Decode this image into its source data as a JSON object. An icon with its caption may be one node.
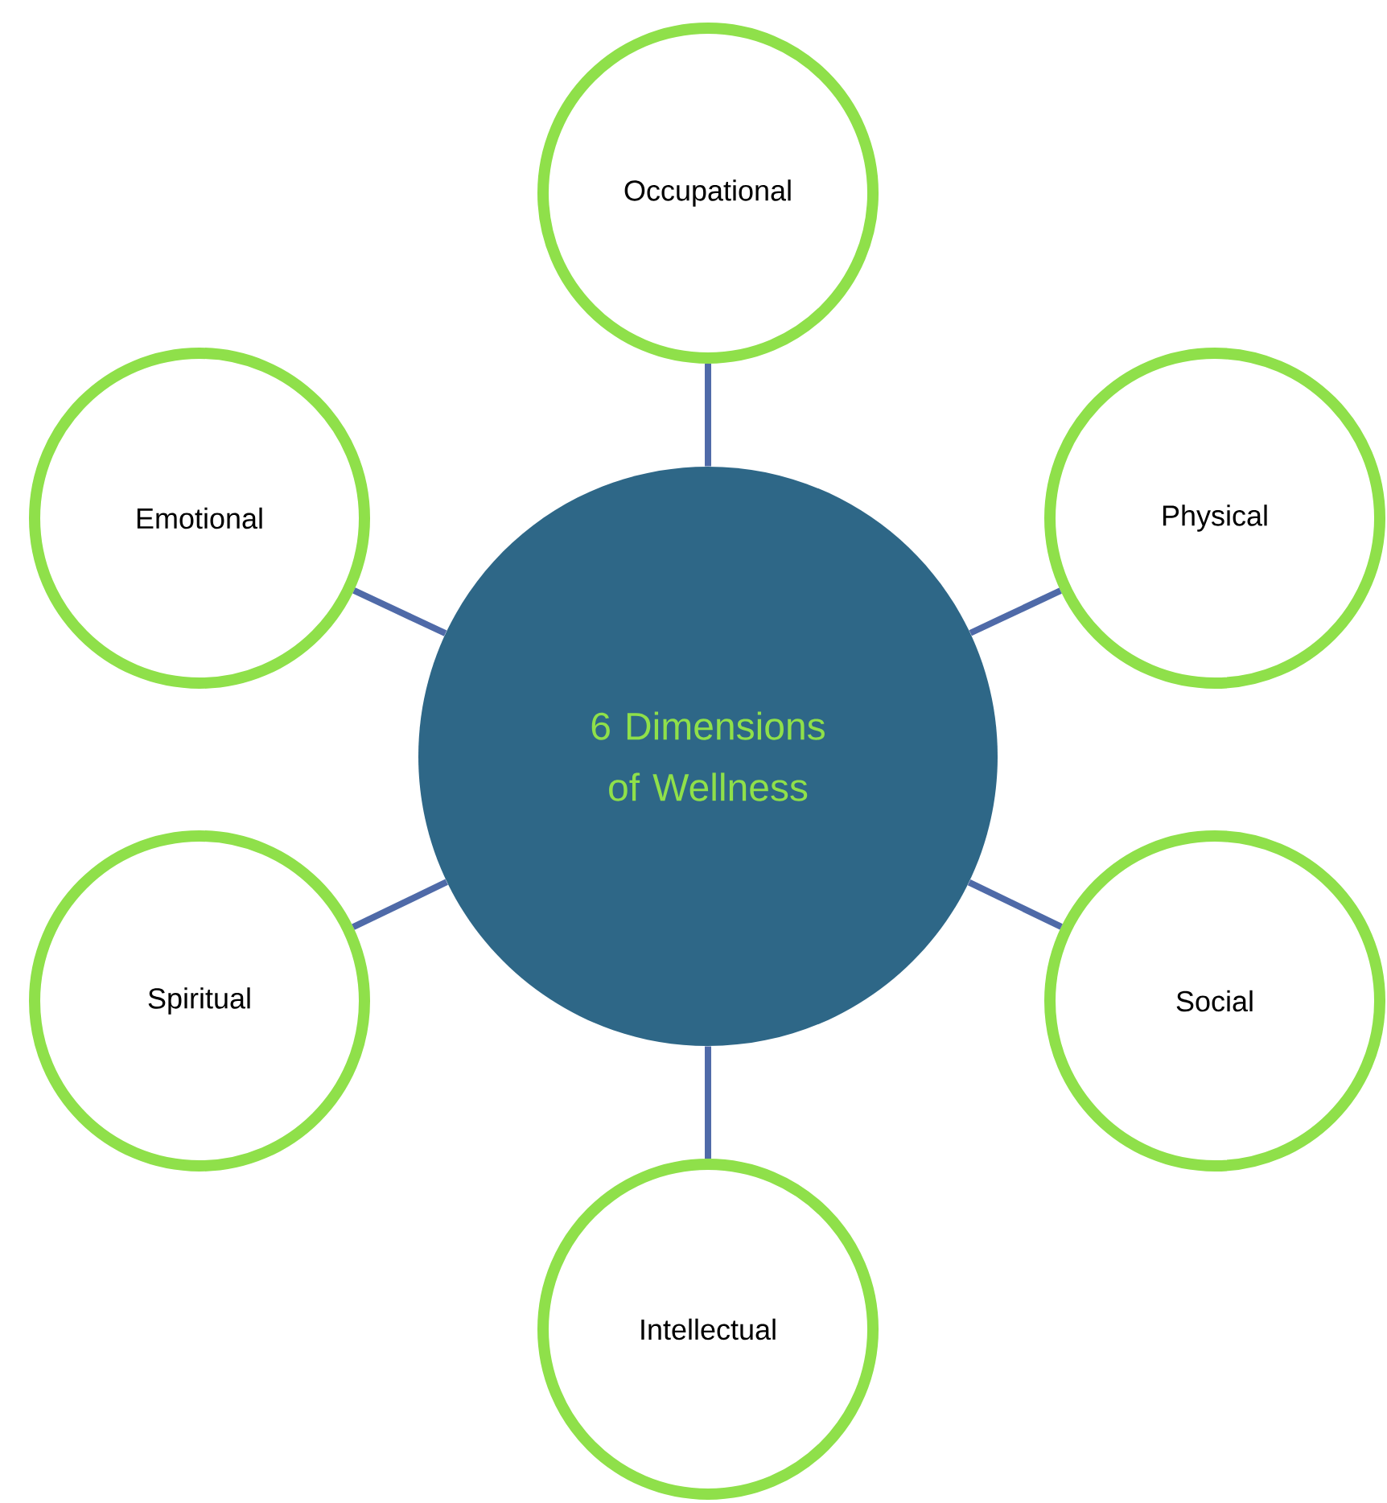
{
  "diagram": {
    "nodes": [
      {
        "text": [
          "6 Dimensions of Wellness"
        ]
      },
      {
        "text": [
          "Occupational"
        ]
      },
      {
        "text": [
          "Emotional"
        ]
      },
      {
        "text": [
          "Physical"
        ]
      },
      {
        "text": [
          "Spiritual"
        ]
      },
      {
        "text": [
          "Social"
        ]
      },
      {
        "text": [
          "Intellectual"
        ]
      }
    ],
    "edges": [
      {
        "from": 0,
        "to": 1,
        "arrow": "none"
      },
      {
        "from": 0,
        "to": 2,
        "arrow": "none"
      },
      {
        "from": 0,
        "to": 3,
        "arrow": "none"
      },
      {
        "from": 0,
        "to": 4,
        "arrow": "none"
      },
      {
        "from": 0,
        "to": 5,
        "arrow": "none"
      },
      {
        "from": 0,
        "to": 6,
        "arrow": "none"
      }
    ]
  }
}
